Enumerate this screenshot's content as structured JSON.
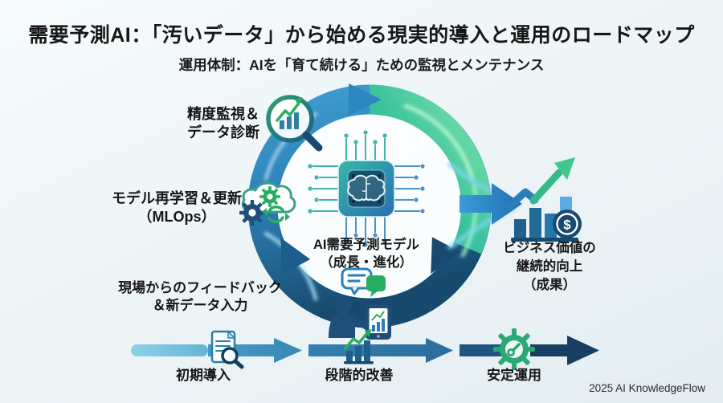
{
  "header": {
    "title": "需要予測AI：「汚いデータ」から始める現実的導入と運用のロードマップ",
    "subtitle": "運用体制：AIを「育て続ける」ための監視とメンテナンス"
  },
  "cycle": {
    "monitor": {
      "line1": "精度監視＆",
      "line2": "データ診断"
    },
    "retrain": {
      "line1": "モデル再学習＆更新",
      "line2": "（MLOps）"
    },
    "feedback": {
      "line1": "現場からのフィードバック",
      "line2": "＆新データ入力"
    },
    "center": {
      "line1": "AI需要予測モデル",
      "line2": "（成長・進化）"
    },
    "outcome": {
      "line1": "ビジネス価値の",
      "line2": "継続的向上",
      "line3": "（成果）"
    }
  },
  "timeline": {
    "stage1": "初期導入",
    "stage2": "段階的改善",
    "stage3": "安定運用"
  },
  "footer": {
    "credit": "2025 AI KnowledgeFlow"
  },
  "icons": {
    "dollar_glyph": "$"
  },
  "colors": {
    "title_text": "#1a1a1a",
    "ring_blue": "#2e86c1",
    "ring_navy": "#17496e",
    "ring_teal": "#43cf9c",
    "accent_green": "#27ae60",
    "person_navy": "#1f4e79",
    "timeline_light": "#8fd0e6",
    "timeline_dark": "#163e60"
  }
}
